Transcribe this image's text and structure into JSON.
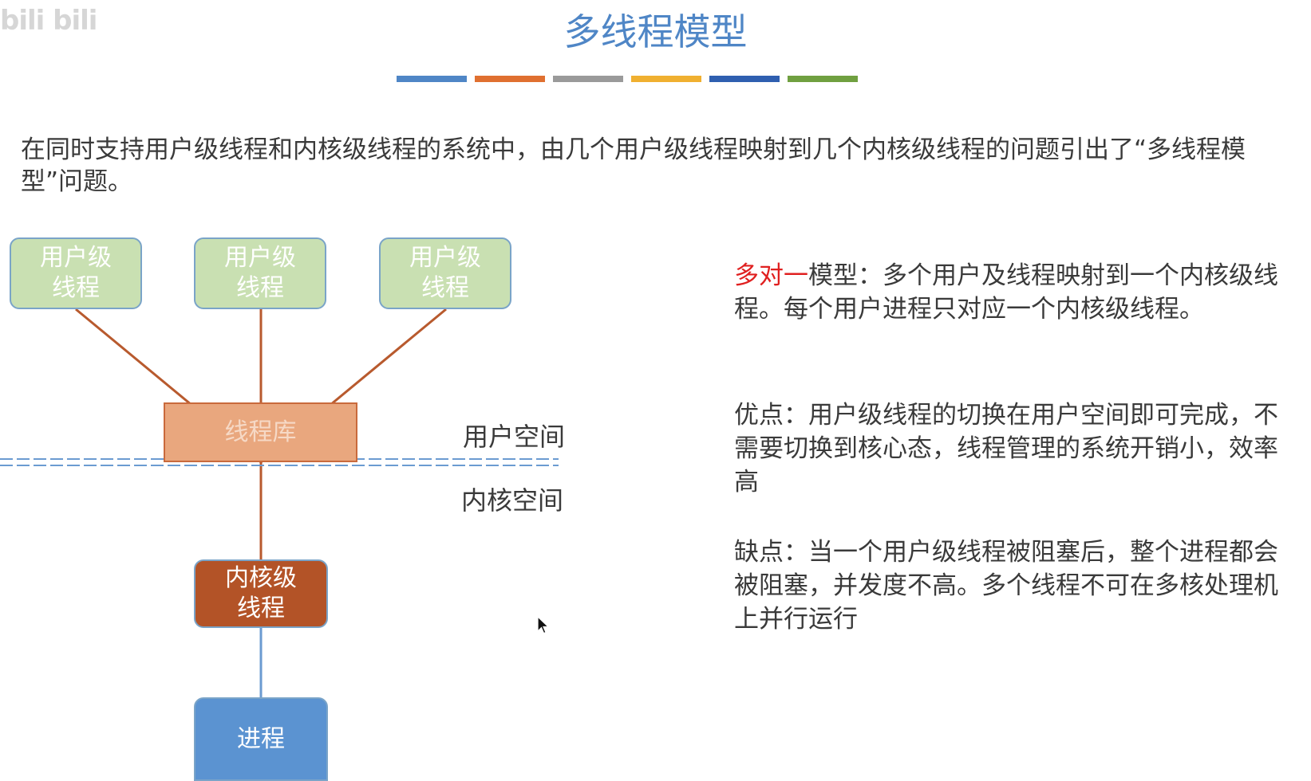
{
  "watermark": "bili bili",
  "title": "多线程模型",
  "color_bars": [
    "#4f86c6",
    "#e07030",
    "#9a9a9a",
    "#f0b030",
    "#2f5fb0",
    "#70a040"
  ],
  "intro": "在同时支持用户级线程和内核级线程的系统中，由几个用户级线程映射到几个内核级线程的问题引出了“多线程模型”问题。",
  "diagram": {
    "user_threads": [
      "用户级\n线程",
      "用户级\n线程",
      "用户级\n线程"
    ],
    "thread_library": "线程库",
    "user_space": "用户空间",
    "kernel_space": "内核空间",
    "kernel_thread": "内核级\n线程",
    "process": "进程"
  },
  "model": {
    "name": "多对一",
    "text": "模型：多个用户及线程映射到一个内核级线程。每个用户进程只对应一个内核级线程。"
  },
  "advantages": "优点：用户级线程的切换在用户空间即可完成，不需要切换到核心态，线程管理的系统开销小，效率高",
  "disadvantages": "缺点：当一个用户级线程被阻塞后，整个进程都会被阻塞，并发度不高。多个线程不可在多核处理机上并行运行"
}
